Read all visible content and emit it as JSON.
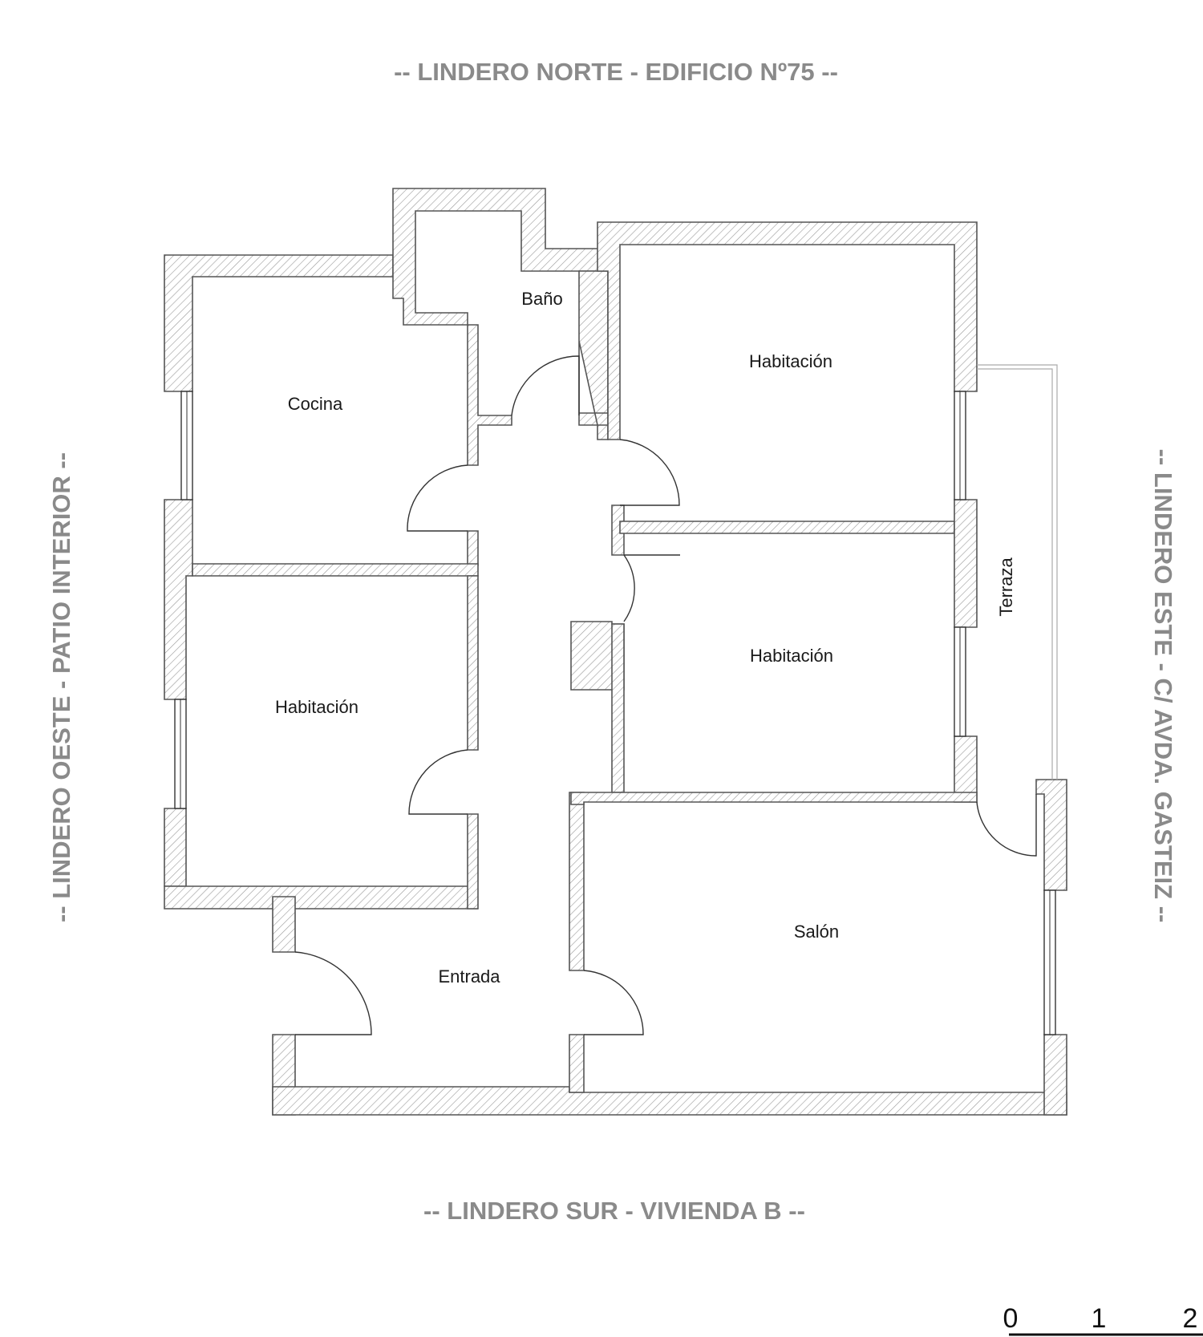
{
  "linderos": {
    "norte": "-- LINDERO NORTE - EDIFICIO Nº75 --",
    "sur": "-- LINDERO SUR - VIVIENDA B  --",
    "oeste": "-- LINDERO OESTE -  PATIO INTERIOR --",
    "este": "-- LINDERO ESTE - C/ AVDA. GASTEIZ --"
  },
  "rooms": {
    "bano": "Baño",
    "cocina": "Cocina",
    "habitacion_ne": "Habitación",
    "habitacion_e": "Habitación",
    "habitacion_w": "Habitación",
    "salon": "Salón",
    "entrada": "Entrada",
    "terraza": "Terraza"
  },
  "scale": {
    "labels": [
      "0",
      "1",
      "2"
    ]
  },
  "colors": {
    "walls": "#555555",
    "linderos": "#8a8a8a",
    "text": "#1a1a1a"
  }
}
